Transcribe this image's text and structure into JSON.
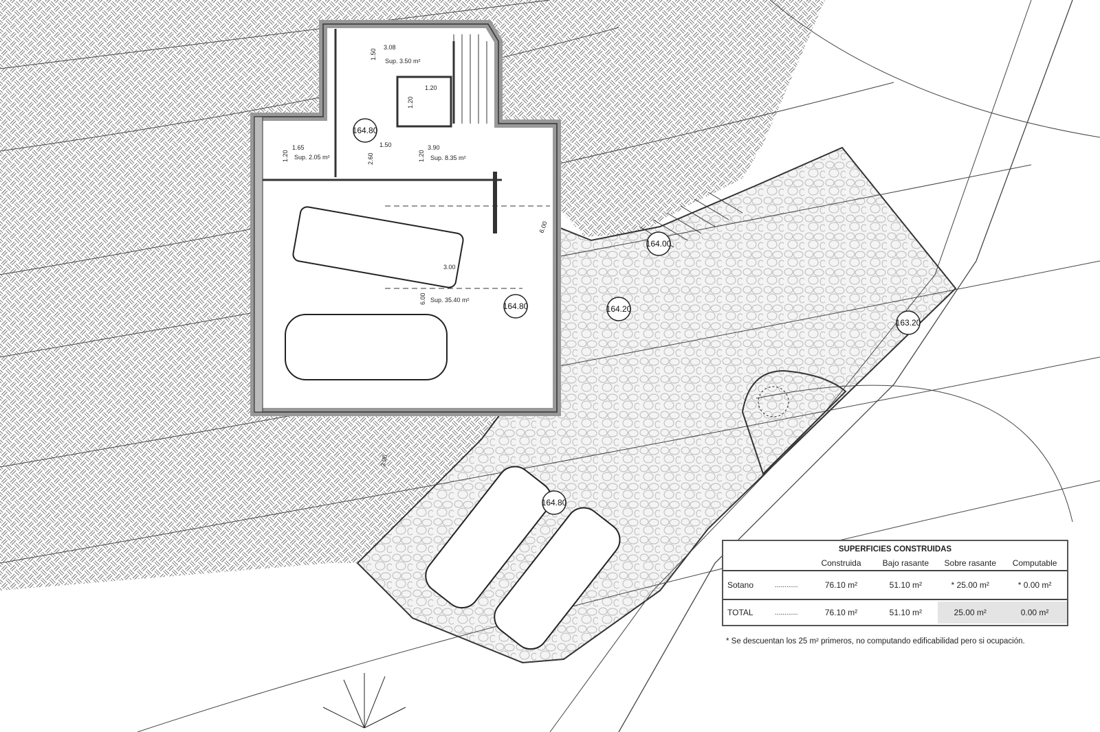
{
  "plan": {
    "levels": [
      "164.80",
      "164.80",
      "164.80",
      "164.00",
      "164.20",
      "163.20"
    ],
    "rooms": [
      {
        "area": "Sup. 3.50 m²",
        "dims": [
          "3.08",
          "1.50"
        ]
      },
      {
        "area": "Sup. 2.05 m²",
        "dims": [
          "1.65",
          "1.20"
        ]
      },
      {
        "area": "Sup. 8.35 m²",
        "dims": [
          "3.90",
          "1.20"
        ]
      },
      {
        "area": "Sup. 35.40 m²",
        "dims": [
          "3.00",
          "6.00"
        ]
      }
    ],
    "hall_dims": [
      "1.50",
      "2.60"
    ],
    "lift_dims": [
      "1.20",
      "1.20"
    ],
    "ramp_dims": [
      "6.00",
      "3.00"
    ]
  },
  "table": {
    "title": "SUPERFICIES CONSTRUIDAS",
    "headers": [
      "Construida",
      "Bajo rasante",
      "Sobre rasante",
      "Computable"
    ],
    "rows": [
      {
        "label": "Sotano",
        "dots": "............",
        "values": [
          "76.10 m²",
          "51.10 m²",
          "* 25.00 m²",
          "* 0.00 m²"
        ]
      },
      {
        "label": "TOTAL",
        "dots": "............",
        "values": [
          "76.10 m²",
          "51.10 m²",
          "25.00 m²",
          "0.00 m²"
        ]
      }
    ],
    "note": "* Se descuentan los 25 m² primeros,  no computando   edificabilidad pero si ocupación."
  }
}
